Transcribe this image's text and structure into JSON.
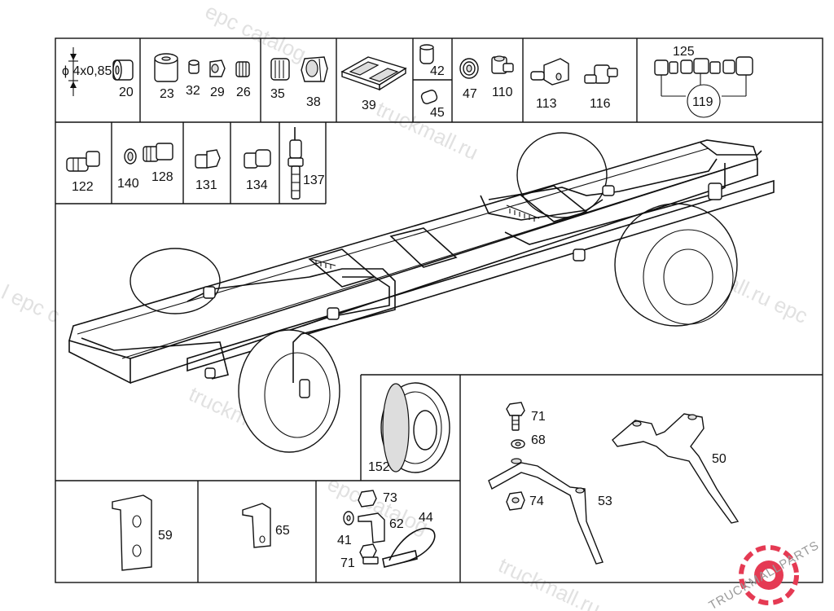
{
  "dimension_label": "ϕ 4x0,85",
  "parts": {
    "p20": "20",
    "p23": "23",
    "p32": "32",
    "p29": "29",
    "p26": "26",
    "p35": "35",
    "p38": "38",
    "p39": "39",
    "p42": "42",
    "p45": "45",
    "p47": "47",
    "p110": "110",
    "p113": "113",
    "p116": "116",
    "p125": "125",
    "p119": "119",
    "p122": "122",
    "p140": "140",
    "p128": "128",
    "p131": "131",
    "p134": "134",
    "p137": "137",
    "p152": "152",
    "p71a": "71",
    "p68": "68",
    "p74": "74",
    "p53": "53",
    "p50": "50",
    "p59": "59",
    "p65": "65",
    "p73": "73",
    "p62": "62",
    "p44": "44",
    "p41": "41",
    "p71b": "71"
  },
  "watermarks": {
    "w1": "epc catalog",
    "w2": "truckmall.ru",
    "w3": "truckmall.ru epc",
    "w4": "truckmall.ru e",
    "w5": "l epc c",
    "w6": "epc catalog"
  },
  "brand": {
    "logo_text": "TRUCKMALLPARTS"
  }
}
